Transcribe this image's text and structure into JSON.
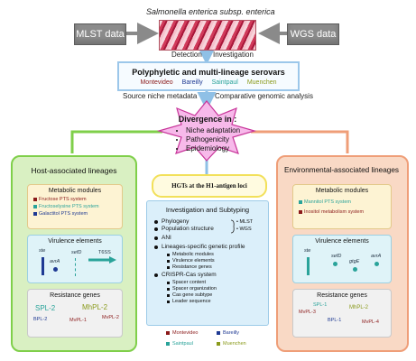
{
  "top": {
    "organism": "Salmonella enterica subsp. enterica",
    "mlst_label": "MLST data",
    "wgs_label": "WGS data",
    "detection_label": "Detection",
    "investigation_label": "Investigation"
  },
  "serovars_box": {
    "title": "Polyphyletic and multi-lineage serovars",
    "serovars": [
      {
        "name": "Montevideo",
        "color": "#8b1a1a"
      },
      {
        "name": "Bareilly",
        "color": "#1f3a93"
      },
      {
        "name": "Saintpaul",
        "color": "#2aa39a"
      },
      {
        "name": "Muenchen",
        "color": "#8a9a1b"
      }
    ]
  },
  "arrows_labels": {
    "source_niche": "Source niche metadata",
    "comparative": "Comparative genomic analysis"
  },
  "divergence": {
    "title": "Divergence in :",
    "items": [
      "Niche adaptation",
      "Pathogenicity",
      "Epidemiology"
    ],
    "star_fill": "#f7b9ea",
    "star_stroke": "#c8359a"
  },
  "hgt": {
    "label": "HGTs at the H1-antigen loci"
  },
  "host": {
    "title": "Host-associated lineages",
    "metabolic": {
      "title": "Metabolic modules",
      "items": [
        {
          "label": "Fructose PTS system",
          "color": "#8b1a1a"
        },
        {
          "label": "Fructoselysine PTS system",
          "color": "#2aa39a"
        },
        {
          "label": "Galactitol PTS system",
          "color": "#1f3a93"
        }
      ]
    },
    "virulence": {
      "title": "Virulence elements",
      "genes": {
        "ste": "ste",
        "avrA": "avrA",
        "sefD": "sefD",
        "tss": "T6SS"
      }
    },
    "resistance": {
      "title": "Resistance genes",
      "phages": {
        "spl2": "SPL-2",
        "mhpl2": "MhPL-2",
        "bpl2": "BPL-2",
        "mvpl1": "MvPL-1",
        "mvpl2": "MvPL-2"
      }
    }
  },
  "env": {
    "title": "Environmental-associated lineages",
    "metabolic": {
      "title": "Metabolic modules",
      "items": [
        {
          "label": "Mannitol PTS system",
          "color": "#2aa39a"
        },
        {
          "label": "Inositol metabolism system",
          "color": "#8b1a1a"
        }
      ]
    },
    "virulence": {
      "title": "Virulence elements",
      "genes": {
        "ste": "ste",
        "sefD": "sefD",
        "gtgE": "gtgE",
        "avrA": "avrA"
      }
    },
    "resistance": {
      "title": "Resistance genes",
      "phages": {
        "spl1": "SPL-1",
        "mhpl2": "MhPL-2",
        "mvpl3": "MvPL-3",
        "bpl1": "BPL-1",
        "mvpl4": "MvPL-4"
      }
    }
  },
  "center": {
    "title": "Investigation and Subtyping",
    "phylogeny": "Phylogeny",
    "population": "Population structure",
    "mlst": "MLST",
    "wgs": "WGS",
    "ani": "ANI",
    "lineage_profile": "Lineages-specific genetic profile",
    "lineage_sub": [
      "Metabolic modules",
      "Virulence elements",
      "Resistance genes"
    ],
    "crispr": "CRISPR-Cas system",
    "crispr_sub": [
      "Spacer content",
      "Spacer organization",
      "Cas gene subtype",
      "Leader sequence"
    ]
  },
  "legend": {
    "items": [
      {
        "label": "Montevideo",
        "color": "#8b1a1a"
      },
      {
        "label": "Bareilly",
        "color": "#1f3a93"
      },
      {
        "label": "Saintpaul",
        "color": "#2aa39a"
      },
      {
        "label": "Muenchen",
        "color": "#8a9a1b"
      }
    ]
  }
}
